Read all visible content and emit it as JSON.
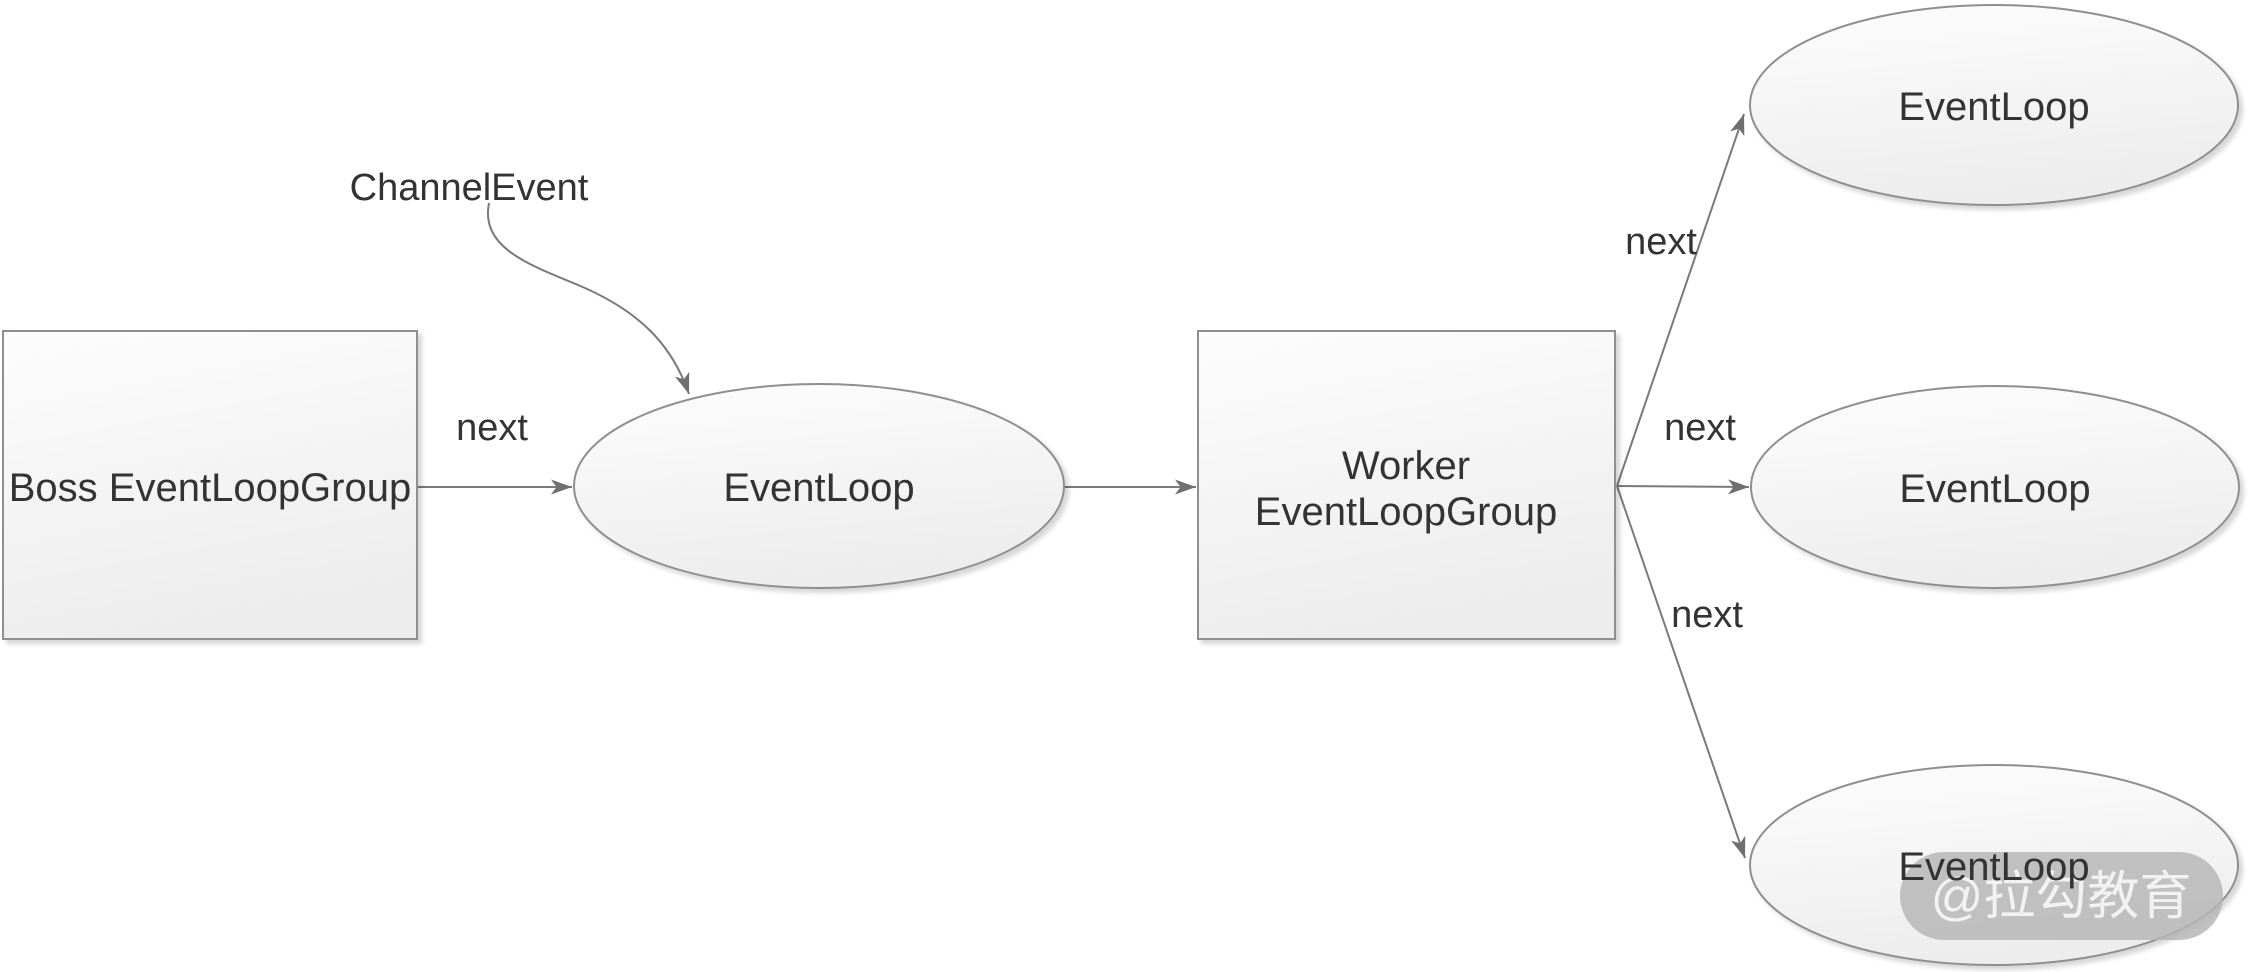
{
  "colors": {
    "background": "#ffffff",
    "node_fill_top": "#fdfdfd",
    "node_fill_bottom": "#ededed",
    "node_border": "#8f8f8f",
    "arrow": "#7a7a7a",
    "text": "#333333",
    "watermark_bg": "#b5b5b5",
    "watermark_text": "#ffffff"
  },
  "nodes": {
    "boss_group": {
      "label": "Boss EventLoopGroup",
      "shape": "rectangle"
    },
    "worker_group": {
      "label_line1": "Worker",
      "label_line2": "EventLoopGroup",
      "shape": "rectangle"
    },
    "event_loop_main": {
      "label": "EventLoop",
      "shape": "ellipse"
    },
    "event_loop_top": {
      "label": "EventLoop",
      "shape": "ellipse"
    },
    "event_loop_middle": {
      "label": "EventLoop",
      "shape": "ellipse"
    },
    "event_loop_bottom": {
      "label": "EventLoop",
      "shape": "ellipse"
    }
  },
  "edges": {
    "boss_to_eventloop": {
      "label": "next"
    },
    "channel_event": {
      "label": "ChannelEvent"
    },
    "eventloop_to_worker": {
      "label": ""
    },
    "worker_to_top": {
      "label": "next"
    },
    "worker_to_middle": {
      "label": "next"
    },
    "worker_to_bottom": {
      "label": "next"
    }
  },
  "watermark": {
    "text": "@拉勾教育"
  }
}
